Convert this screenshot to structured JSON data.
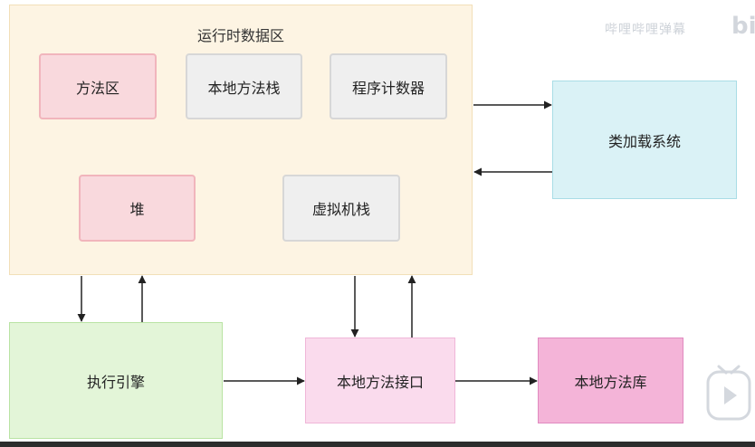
{
  "diagram": {
    "runtime_area": {
      "title": "运行时数据区"
    },
    "nodes": {
      "method_area": "方法区",
      "native_method_stack": "本地方法栈",
      "program_counter": "程序计数器",
      "heap": "堆",
      "vm_stack": "虚拟机栈",
      "class_loader": "类加载系统",
      "execution_engine": "执行引擎",
      "native_interface": "本地方法接口",
      "native_library": "本地方法库"
    },
    "colors": {
      "runtime_bg": "#fdf4e3",
      "pink_node": "#f9d9dd",
      "gray_node": "#efefef",
      "class_loader": "#daf2f6",
      "execution_engine": "#e3f5d8",
      "native_interface": "#fadbed",
      "native_library": "#f4b4d8",
      "arrow": "#222222"
    }
  },
  "overlay": {
    "watermark_text": "哔哩哔哩弹幕",
    "logo_text": "bi",
    "play_icon": "play-icon"
  }
}
